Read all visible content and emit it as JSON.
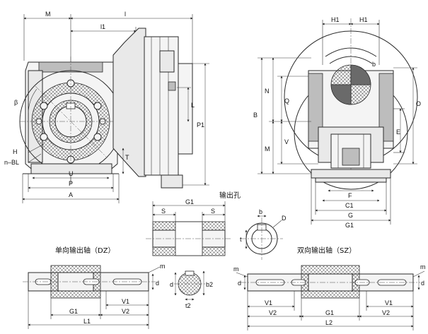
{
  "labels": {
    "M": "M",
    "l": "l",
    "l1": "l1",
    "H": "H",
    "nBL": "n–BL",
    "beta": "β",
    "T": "T",
    "U": "U",
    "P": "P",
    "A": "A",
    "L": "L",
    "P1": "P1",
    "H1_left": "H1",
    "H1_right": "H1",
    "B": "B",
    "N": "N",
    "M_side": "M",
    "Q": "Q",
    "V": "V",
    "O": "O",
    "E": "E",
    "b_side": "b",
    "F": "F",
    "C1": "C1",
    "G": "G",
    "G1": "G1",
    "hole_title": "输出孔",
    "hole_G1": "G1",
    "hole_S1": "S",
    "hole_S2": "S",
    "hole_b": "b",
    "hole_D": "D",
    "hole_t": "t",
    "dz_title": "单向输出轴（DZ）",
    "sz_title": "双向输出轴（SZ）",
    "dz_m": "m",
    "dz_d": "d",
    "dz_V1": "V1",
    "dz_V2": "V2",
    "dz_G1": "G1",
    "dz_L1": "L1",
    "sec_d": "d",
    "sec_b2": "b2",
    "sec_t2": "t2",
    "sz_m": "m",
    "sz_d_left": "d",
    "sz_d_right": "d",
    "sz_m_right": "m",
    "sz_V1_left": "V1",
    "sz_V2_left": "V2",
    "sz_G1": "G1",
    "sz_V1_right": "V1",
    "sz_V2_right": "V2",
    "sz_L2": "L2"
  }
}
